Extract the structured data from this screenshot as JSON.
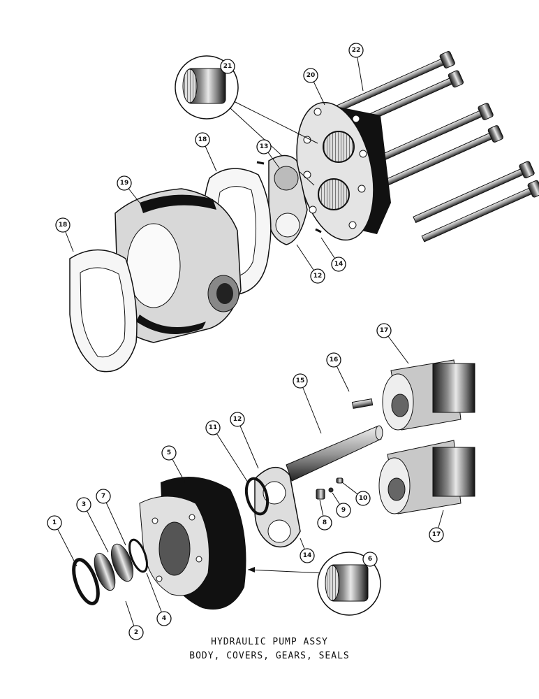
{
  "caption": {
    "line1": "HYDRAULIC PUMP ASSY",
    "line2": "BODY, COVERS, GEARS, SEALS"
  },
  "callouts": [
    {
      "id": "c1",
      "label": "1"
    },
    {
      "id": "c2",
      "label": "2"
    },
    {
      "id": "c3",
      "label": "3"
    },
    {
      "id": "c4",
      "label": "4"
    },
    {
      "id": "c5",
      "label": "5"
    },
    {
      "id": "c6",
      "label": "6"
    },
    {
      "id": "c7",
      "label": "7"
    },
    {
      "id": "c8",
      "label": "8"
    },
    {
      "id": "c9",
      "label": "9"
    },
    {
      "id": "c10",
      "label": "10"
    },
    {
      "id": "c11",
      "label": "11"
    },
    {
      "id": "c12a",
      "label": "12"
    },
    {
      "id": "c12b",
      "label": "12"
    },
    {
      "id": "c13",
      "label": "13"
    },
    {
      "id": "c14a",
      "label": "14"
    },
    {
      "id": "c14b",
      "label": "14"
    },
    {
      "id": "c15",
      "label": "15"
    },
    {
      "id": "c16",
      "label": "16"
    },
    {
      "id": "c17a",
      "label": "17"
    },
    {
      "id": "c17b",
      "label": "17"
    },
    {
      "id": "c18a",
      "label": "18"
    },
    {
      "id": "c18b",
      "label": "18"
    },
    {
      "id": "c19",
      "label": "19"
    },
    {
      "id": "c20",
      "label": "20"
    },
    {
      "id": "c21",
      "label": "21"
    },
    {
      "id": "c22",
      "label": "22"
    }
  ]
}
